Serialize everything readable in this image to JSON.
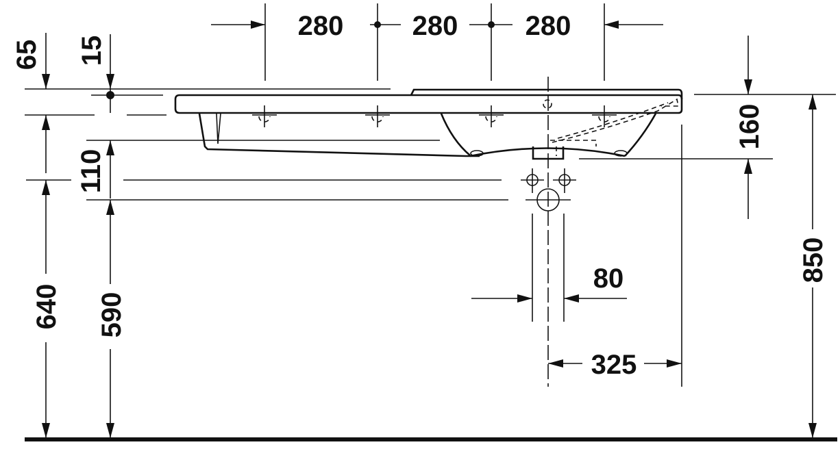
{
  "drawing": {
    "title": "Washbasin installation side elevation",
    "colors": {
      "line": "#111111",
      "background": "#ffffff"
    },
    "dimensions": {
      "top_spacing_1": "280",
      "top_spacing_2": "280",
      "top_spacing_3": "280",
      "rim_offset_top": "65",
      "hole_offset": "15",
      "supply_spacing": "110",
      "bracket_height": "640",
      "supply_height": "590",
      "basin_depth": "160",
      "overall_height": "850",
      "waste_width": "80",
      "waste_offset": "325"
    },
    "floor_line": true
  }
}
